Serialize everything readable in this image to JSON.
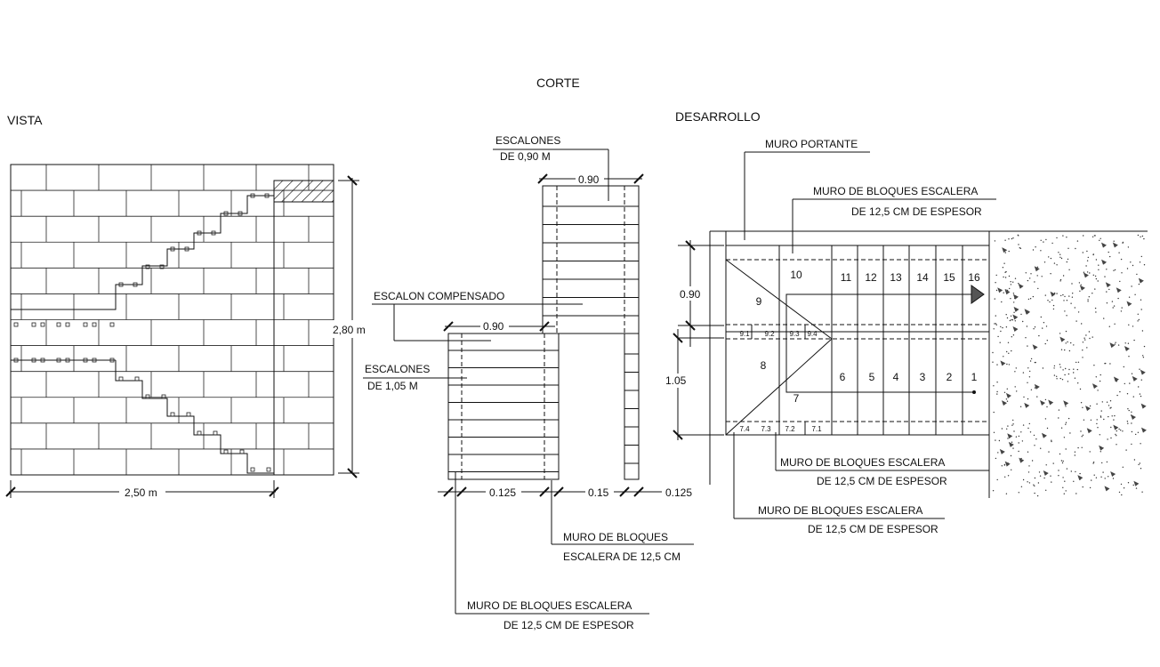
{
  "titles": {
    "vista": "VISTA",
    "corte": "CORTE",
    "desarrollo": "DESARROLLO"
  },
  "vista": {
    "height_dim": "2,80 m",
    "width_dim": "2,50 m"
  },
  "corte": {
    "escalones_090_l1": "ESCALONES",
    "escalones_090_l2": "DE 0,90 M",
    "dim_top_090": "0.90",
    "escalon_compensado": "ESCALON COMPENSADO",
    "dim_mid_090": "0.90",
    "escalones_105_l1": "ESCALONES",
    "escalones_105_l2": "DE 1,05 M",
    "dim_0125_left": "0.125",
    "dim_015": "0.15",
    "dim_0125_right": "0.125",
    "muro_bloques_l1": "MURO DE BLOQUES",
    "muro_bloques_l2": "ESCALERA DE 12,5 CM",
    "muro_bottom_l1": "MURO DE BLOQUES ESCALERA",
    "muro_bottom_l2": "DE 12,5 CM DE ESPESOR"
  },
  "desarrollo": {
    "muro_portante": "MURO PORTANTE",
    "muro_top_l1": "MURO DE BLOQUES ESCALERA",
    "muro_top_l2": "DE 12,5 CM DE ESPESOR",
    "dim_090": "0.90",
    "dim_105": "1.05",
    "steps_upper": [
      "11",
      "12",
      "13",
      "14",
      "15",
      "16"
    ],
    "step_10": "10",
    "step_9": "9",
    "step_8": "8",
    "step_7": "7",
    "steps_lower": [
      "6",
      "5",
      "4",
      "3",
      "2",
      "1"
    ],
    "landing_upper": [
      "9.1",
      "9.2",
      "9.3",
      "9.4"
    ],
    "landing_lower": [
      "7.4",
      "7.3",
      "7.2",
      "7.1"
    ],
    "muro_mid_l1": "MURO DE BLOQUES ESCALERA",
    "muro_mid_l2": "DE 12,5 CM DE ESPESOR",
    "muro_low_l1": "MURO DE BLOQUES ESCALERA",
    "muro_low_l2": "DE 12,5 CM DE ESPESOR"
  }
}
